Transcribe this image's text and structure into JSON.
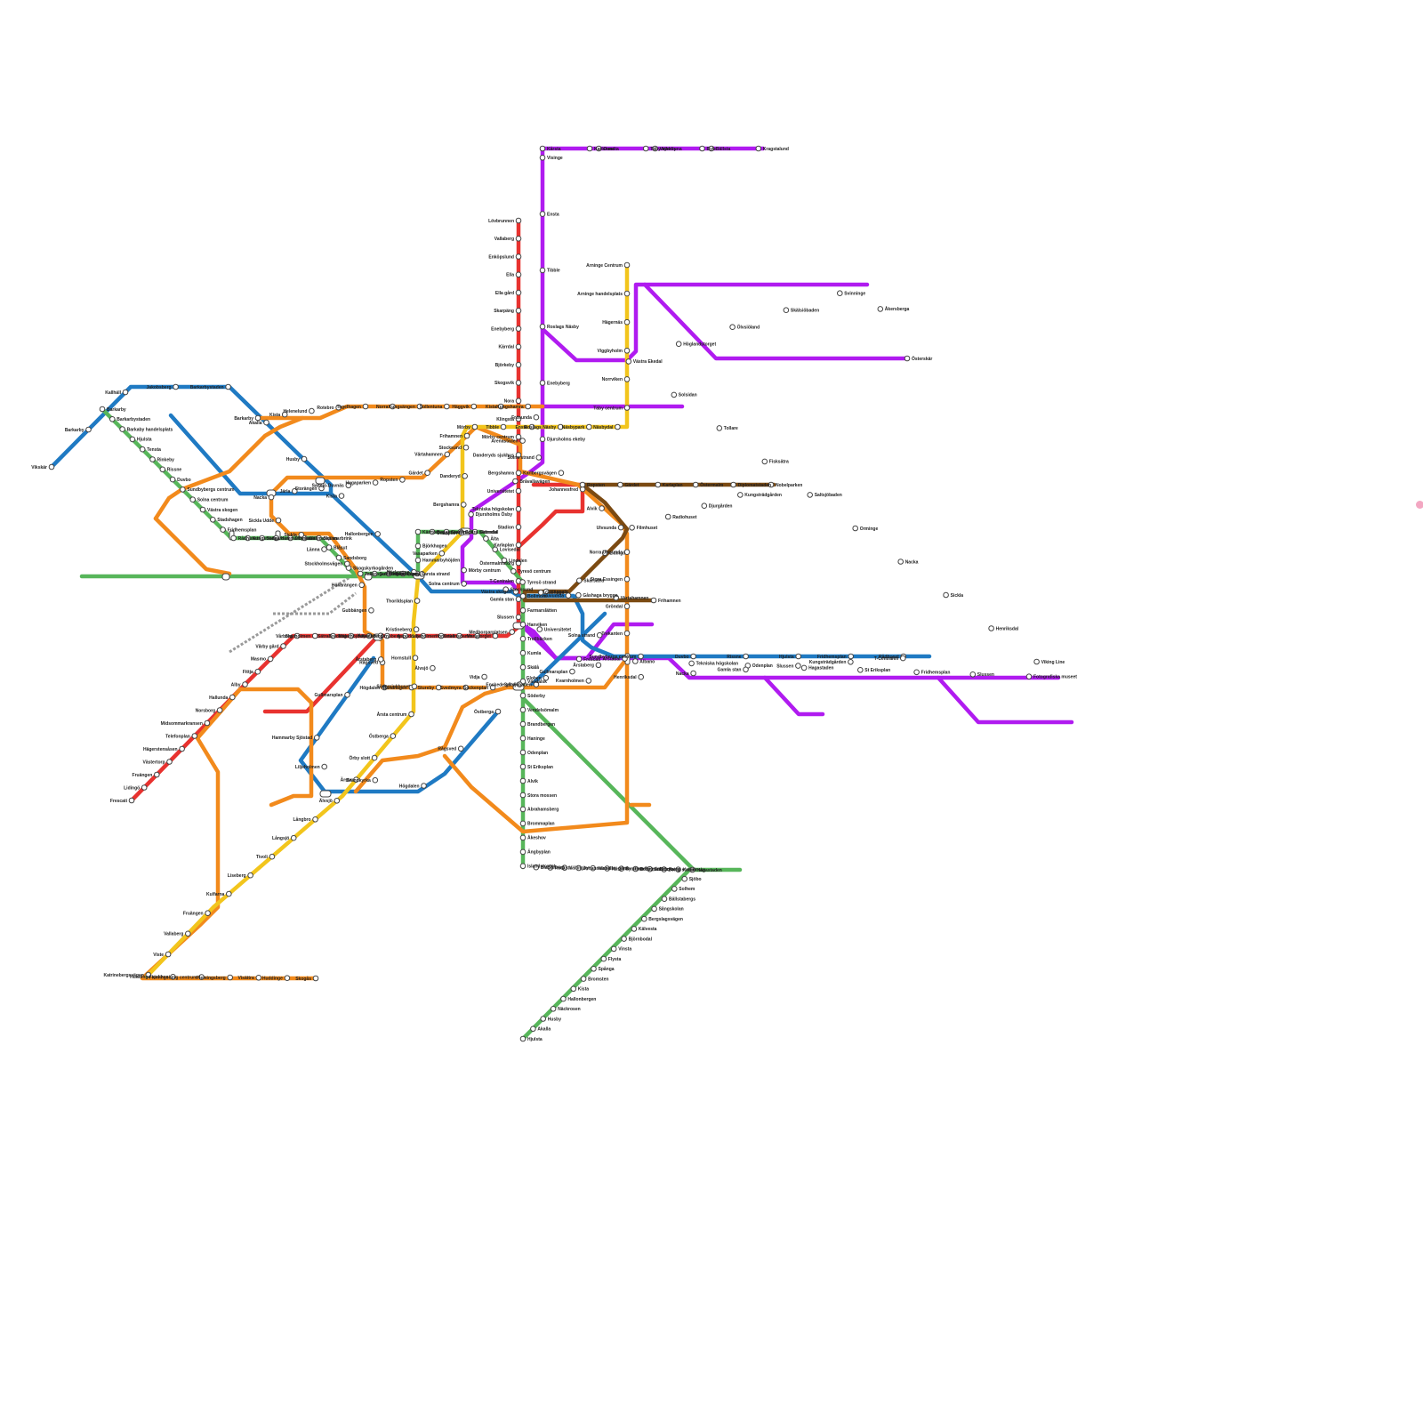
{
  "colors": {
    "red": "#e8322f",
    "green": "#57b65a",
    "blue": "#1f7ac3",
    "purple": "#b01bf0",
    "orange": "#f28a1c",
    "yellow": "#f2c51c",
    "brown": "#7b4a12",
    "cursor": "#f3a7c2"
  },
  "lines": {
    "red": "Red line",
    "green": "Green line",
    "blue": "Blue line",
    "purple": "Purple line",
    "orange": "Orange line",
    "yellow": "Yellow line",
    "brown": "Brown line"
  },
  "stations": {
    "red": [
      "Lövbrunnen",
      "Vallaberg",
      "Enköpslund",
      "Ella",
      "Ella gård",
      "Skarpäng",
      "Enebyberg",
      "Kärrdal",
      "Björkeby",
      "Skogsvik",
      "Nora",
      "Klingsta",
      "Mörby centrum",
      "Danderyds sjukhus",
      "Bergshamra",
      "Universitetet",
      "Tekniska högskolan",
      "Stadion",
      "Karlaplan",
      "Östermalmstorg",
      "T-Centralen",
      "Gamla stan",
      "Slussen",
      "Medborgarplatsen",
      "Mariatorget",
      "Zinkensdamm",
      "Hornstull",
      "Liljeholmen",
      "Aspudden",
      "Örnsberg",
      "Axelsberg",
      "Mälarhöjden",
      "Bredäng",
      "Sätra",
      "Skärholmen",
      "Vårberg",
      "Vårby gård",
      "Masmo",
      "Fittja",
      "Alby",
      "Hallunda",
      "Norsborg",
      "Midsommarkransen",
      "Telefonplan",
      "Hägerstensåsen",
      "Västertorp",
      "Fruängen",
      "Lidingö",
      "Frescati"
    ],
    "green": [
      "Barkarby",
      "Barkarbystaden",
      "Barkaby handelsplats",
      "Hjulsta",
      "Tensta",
      "Rinkeby",
      "Rissne",
      "Duvbo",
      "Sundbybergs centrum",
      "Solna centrum",
      "Västra skogen",
      "Stadshagen",
      "Fridhemsplan",
      "Rådhuset",
      "Kungsträdgården",
      "Sofia",
      "Hammarby kanal",
      "Skanstull",
      "Gullmarsplan",
      "Skärmarbrink",
      "Blåsut",
      "Sandsborg",
      "Skogskyrkogården",
      "Tallkrogen",
      "Gubbängen",
      "Hökarängen",
      "Farsta",
      "Farsta strand",
      "Hammarbyhöjden",
      "Björkhagen",
      "Kärrtorp",
      "Bagarmossen",
      "Skarpnäck",
      "Södra skörndal",
      "Skörndal",
      "Älta",
      "Lovisedal",
      "Lindalen",
      "Tyresö centrum",
      "Tyresö strand",
      "Bollmora",
      "Farmarslätten",
      "Hanviken",
      "Trollbäcken",
      "Kumla",
      "Skälå",
      "Vändalsk",
      "Söderby",
      "Vendelsömalm",
      "Brandbergen",
      "Haninge",
      "Odenplan",
      "St Eriksplan",
      "Alvik",
      "Stora mossen",
      "Abrahamsberg",
      "Brommaplan",
      "Åkeshov",
      "Ängbyplan",
      "Islandstorget",
      "Blackeberg",
      "Råcksta",
      "Vällingby",
      "Johannelund",
      "Hässelby gård",
      "Hässelby strand",
      "Bromma flygplats",
      "Bromma Blocks",
      "Sundbyberg",
      "Solna station",
      "Karolinska",
      "Hagastaden",
      "Sjöbo",
      "Solhem",
      "Bällstabergs",
      "Sångskolan",
      "Bergslagsvägen",
      "Kälvesta",
      "Björnbodal",
      "Vinsta",
      "Flysta",
      "Spånga",
      "Bromsten",
      "Kista",
      "Hallonbergen",
      "Näckrosen",
      "Husby",
      "Akalla",
      "Hjulsta"
    ],
    "orange": [
      "Barkarby",
      "Kista",
      "Helenelund",
      "Rotebro",
      "Tegelhagen",
      "Norra",
      "Kungsängen",
      "Sollentuna",
      "Häggvik",
      "Kista",
      "Kungshamra",
      "Frösunda",
      "Arenastaden",
      "Solna strand",
      "Karlbergsvägen",
      "Johannesfred",
      "Alvik",
      "Ulvsunda",
      "Norra Ulvsunda",
      "Stora Essingen",
      "Gröndal",
      "Trekanten",
      "Årstadal",
      "Årstaberg",
      "Gullmarsplan",
      "Globen",
      "Enskede gård",
      "Sockenplan",
      "Svedmyra",
      "Stureby",
      "Bandhagen",
      "Högdalen",
      "Rågsved",
      "Hagsätra",
      "Gubbängen",
      "Hökarängen",
      "Stockholmsvägen",
      "Länna",
      "Sickla",
      "Sickla Udde",
      "Nacka",
      "Järla",
      "Storängen",
      "Saltsjö-Duvnäs",
      "Hagaparken",
      "Ropsten",
      "Gärdet",
      "Värtahamnen",
      "Frihamnen"
    ],
    "yellow": [
      "Arninge Centrum",
      "Arninge handelsplats",
      "Hägernäs",
      "Viggbyholm",
      "Norrviken",
      "Täby centrum",
      "Näsbydal",
      "Näsbypark",
      "Roslags Näsby",
      "Ensta",
      "Tibble",
      "Mörby",
      "Stocksund",
      "Danderyd",
      "Bergshamra",
      "Odenplan",
      "Vasaparken",
      "Fridhemsplan",
      "Thorildsplan",
      "Kristineberg",
      "Hornstull",
      "Södersjukhuset",
      "Årsta centrum",
      "Östberga",
      "Örby slott",
      "Ärsta",
      "Älvsjö",
      "Långbro",
      "Långsjö",
      "Tivoli",
      "Liseberg",
      "Kulfarna",
      "Fruängen",
      "Vallaberg",
      "Viste",
      "Katrinebergsvägen",
      "Huddinge sjukhus",
      "Flemingsberg centrum",
      "Flemingsberg",
      "Visättra",
      "Huddinge",
      "Skogås"
    ],
    "purple": [
      "Kårsta",
      "Ormsta",
      "Vallentuna",
      "Bällsta",
      "Kragstalund",
      "Byle",
      "Täby kyrkby",
      "Karlslund",
      "Visinge",
      "Ensta",
      "Tibble",
      "Roslags Näsby",
      "Enebyberg",
      "Djursholms ekeby",
      "Bråvallavägen",
      "Djursholms Ösby",
      "Mörby centrum",
      "Stocksund",
      "Universitetet",
      "Frescati",
      "Albano",
      "Tekniska högskolan",
      "Odenplan",
      "Hagastaden",
      "St Eriksplan",
      "Fridhemsplan",
      "Slussen",
      "Fotografiska museet",
      "Viking Line",
      "Henriksdal",
      "Sickla",
      "Nacka",
      "Orminge",
      "Saltsjöbaden",
      "Fisksätra",
      "Tollare",
      "Solsidan",
      "Västra Ekedal",
      "Höglandstorget",
      "Ölvsiöland",
      "Skälsiöbaden",
      "Svinninge",
      "Åkersberga",
      "Österskär"
    ],
    "brown": [
      "Ropsten",
      "Gärdet",
      "Karlaplan",
      "Östermalm",
      "Diplomatstaden",
      "Nobelparken",
      "Kungsträdgården",
      "Djurgården",
      "Radiohuset",
      "Filmhuset",
      "Lidingö",
      "Skärsätra",
      "Käppala",
      "Gåshaga",
      "Gåshaga brygga",
      "Värtahamnen",
      "Frihamnen"
    ],
    "blue": [
      "Vikskär",
      "Barkarby",
      "Kallhäll",
      "Jakobsberg",
      "Barkarbystaden",
      "Akalla",
      "Husby",
      "Kista",
      "Hallonbergen",
      "Näckrosen",
      "Solna centrum",
      "Västra skogen",
      "Huvudsta",
      "Solna strand",
      "Sundbybergs centrum",
      "Duvbo",
      "Rissne",
      "Hjulsta",
      "Fridhemsplan",
      "Rådhuset",
      "T-Centralen",
      "Kungsträdgården",
      "Slussen",
      "Gamla stan",
      "Nacka",
      "Henriksdal",
      "Kvarnholmen",
      "Saltsjöbaden",
      "Vidja",
      "Älvsjö",
      "Årstaberg",
      "Gullmarsplan",
      "Hammarby Sjöstad",
      "Liljeholmen",
      "Brännkyrka",
      "Högdalen",
      "Rågsved",
      "Östberga"
    ]
  },
  "cursor_marker": "pointer"
}
